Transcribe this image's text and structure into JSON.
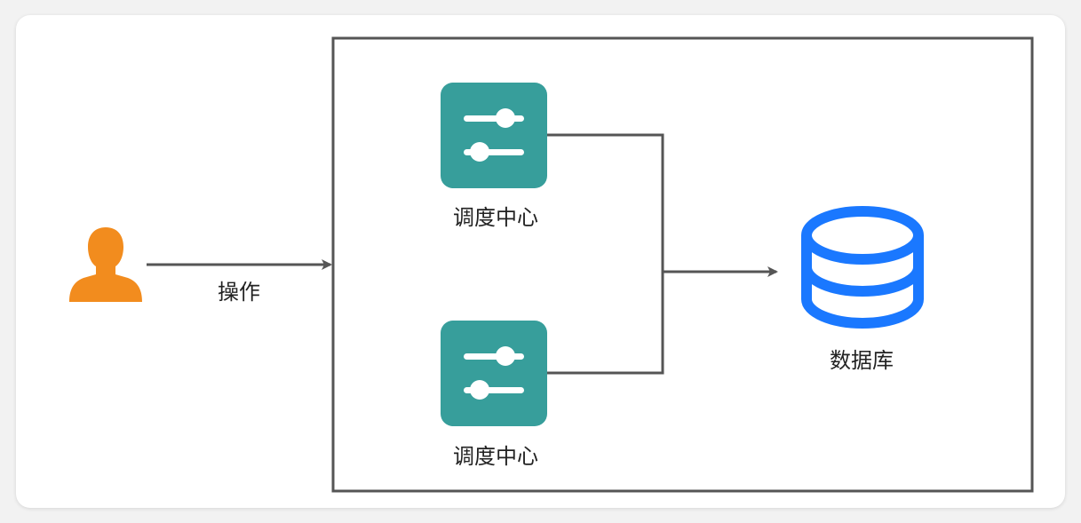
{
  "diagram": {
    "user_action_label": "操作",
    "scheduler_top_label": "调度中心",
    "scheduler_bottom_label": "调度中心",
    "database_label": "数据库"
  },
  "icons": {
    "user": "user-icon",
    "scheduler": "sliders-icon",
    "database": "database-icon"
  },
  "colors": {
    "user": "#F28C1E",
    "scheduler": "#379E9B",
    "database": "#1A78FF",
    "line": "#555555",
    "frame": "#555555"
  }
}
